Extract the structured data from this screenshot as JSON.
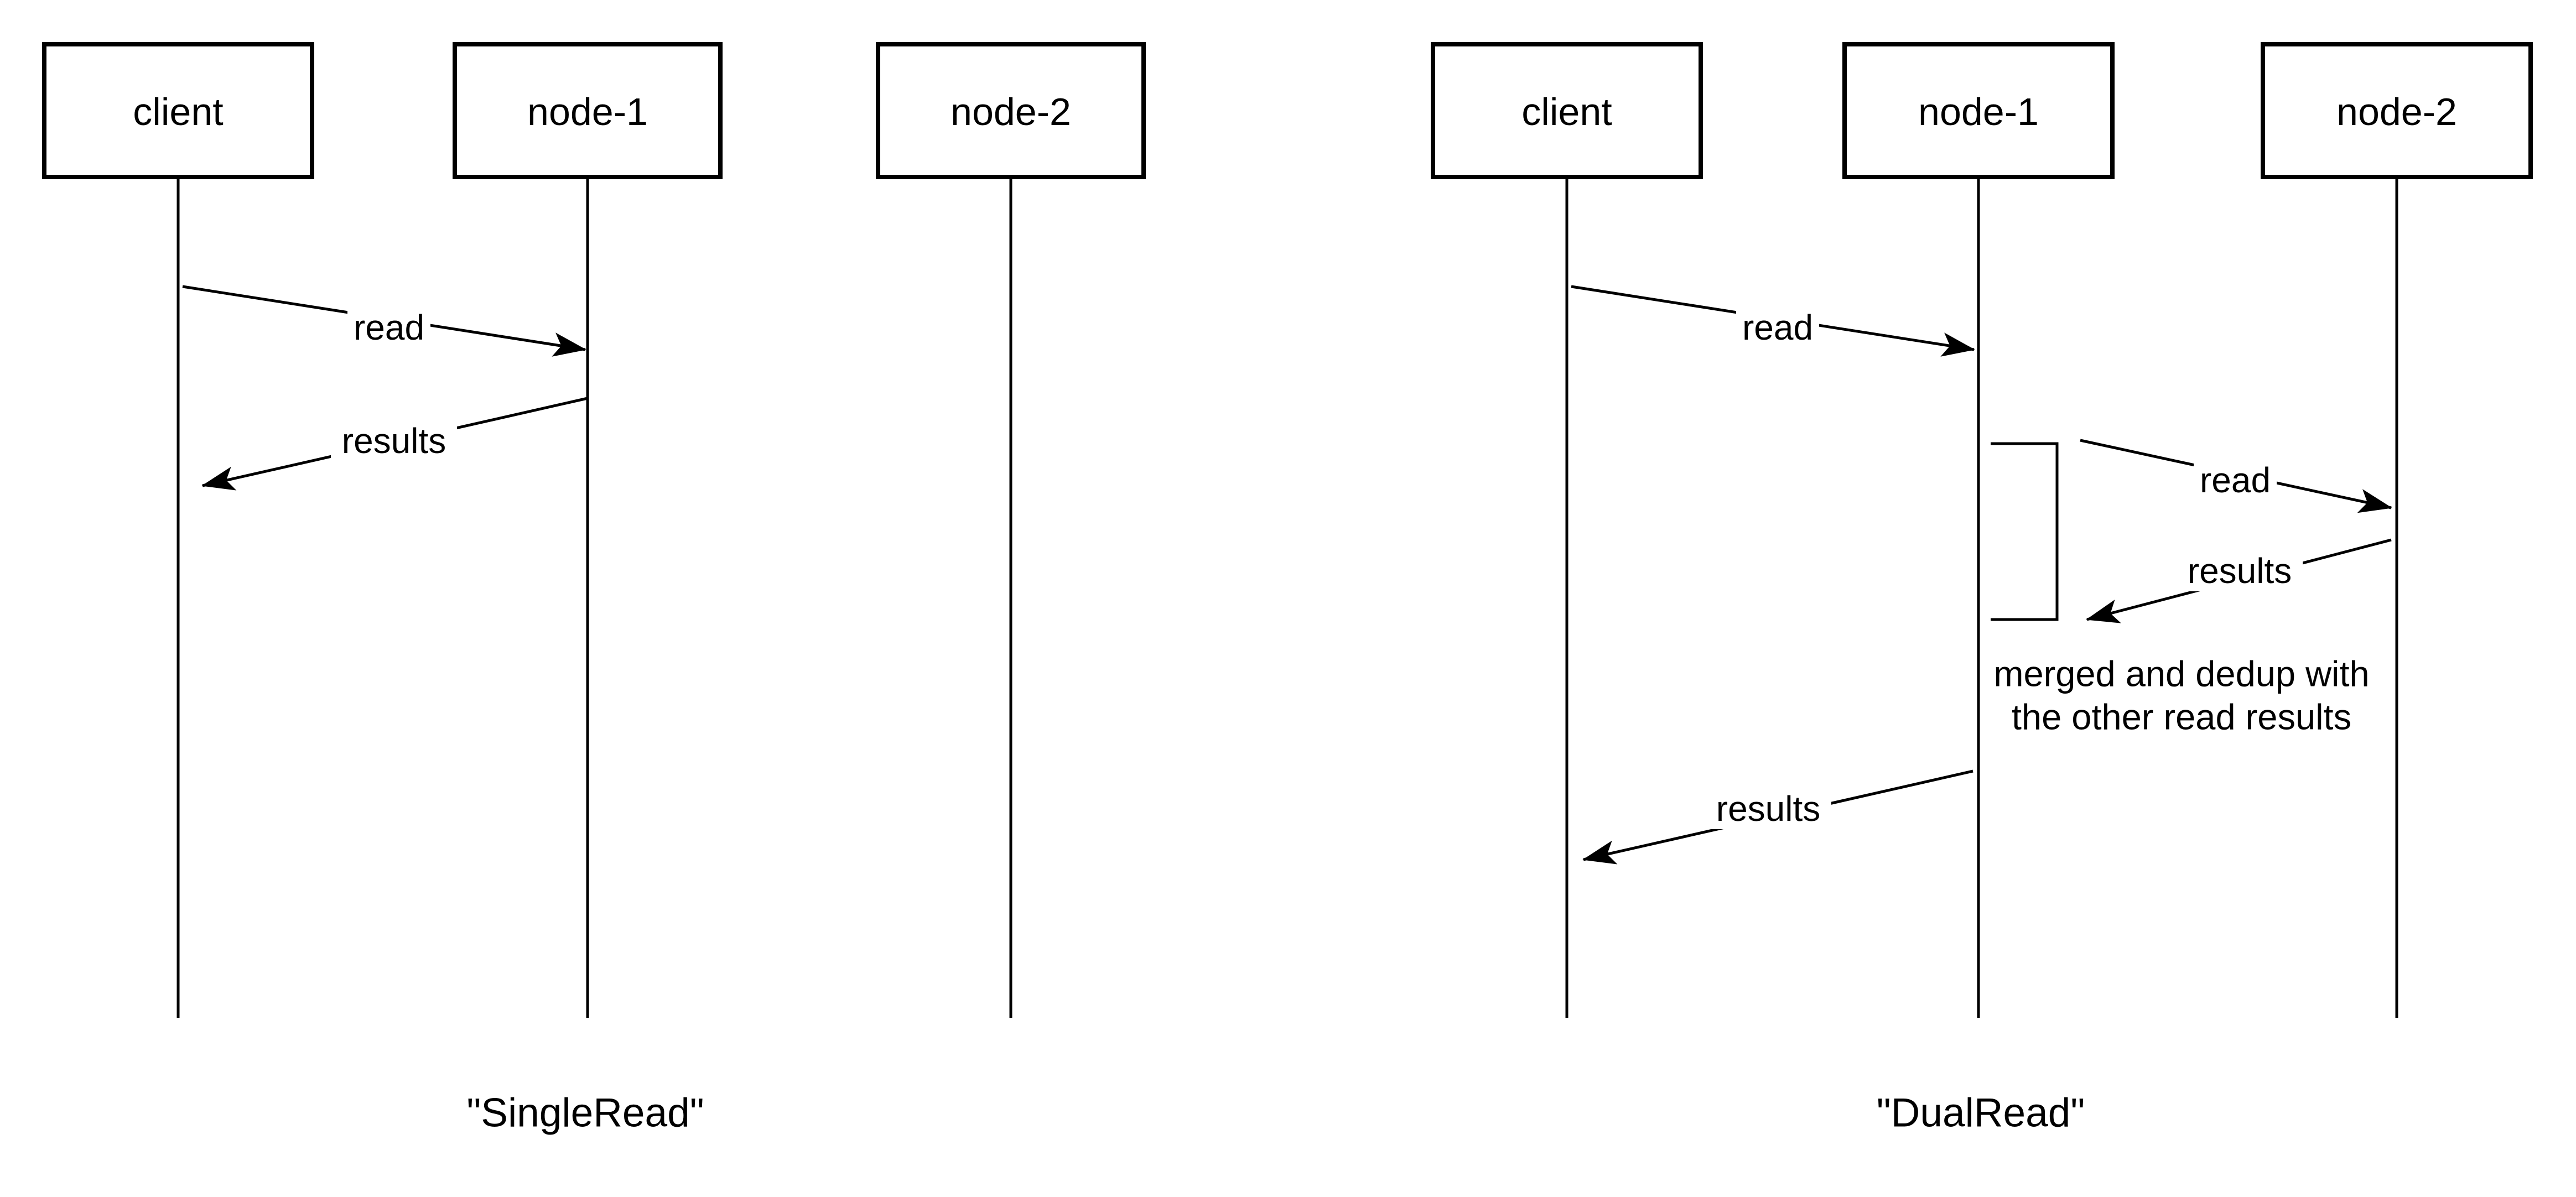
{
  "colors": {
    "background": "#ffffff",
    "line": "#000000",
    "text": "#000000",
    "shape_fill": "#ffffff"
  },
  "diagrams": [
    {
      "caption": "\"SingleRead\"",
      "actors": [
        {
          "label": "client"
        },
        {
          "label": "node-1"
        },
        {
          "label": "node-2"
        }
      ],
      "messages": [
        {
          "label": "read",
          "from": "client",
          "to": "node-1"
        },
        {
          "label": "results",
          "from": "node-1",
          "to": "client"
        }
      ]
    },
    {
      "caption": "\"DualRead\"",
      "actors": [
        {
          "label": "client"
        },
        {
          "label": "node-1"
        },
        {
          "label": "node-2"
        }
      ],
      "messages": [
        {
          "label": "read",
          "from": "client",
          "to": "node-1"
        },
        {
          "label": "read",
          "from": "node-1",
          "to": "node-2"
        },
        {
          "label": "results",
          "from": "node-2",
          "to": "node-1"
        },
        {
          "label": "results",
          "from": "node-1",
          "to": "client"
        }
      ],
      "note_lines": [
        "merged and dedup with",
        "the other read results"
      ]
    }
  ]
}
